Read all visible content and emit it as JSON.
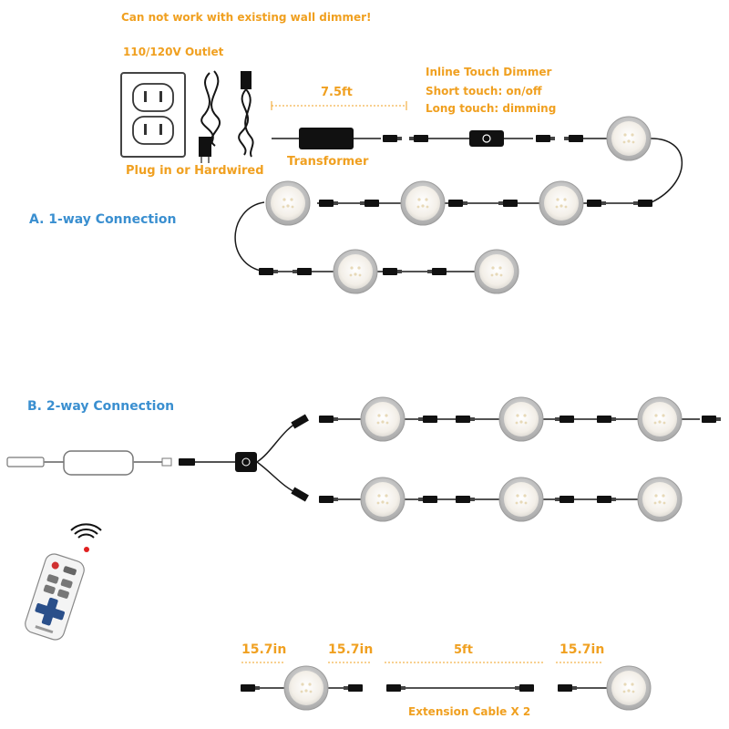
{
  "notes": {
    "dimmer_warning": "Can not work with existing wall dimmer!",
    "outlet": "110/120V Outlet",
    "plug_or_hardwire": "Plug in or Hardwired",
    "transformer": "Transformer",
    "cable_length_main": "7.5ft",
    "inline_dimmer_title": "Inline Touch Dimmer",
    "short_touch": "Short touch: on/off",
    "long_touch": "Long touch: dimming"
  },
  "section_a": {
    "title": "A. 1-way Connection"
  },
  "section_b": {
    "title": "B. 2-way Connection"
  },
  "accessories": {
    "lengths": [
      "15.7in",
      "15.7in",
      "5ft",
      "15.7in"
    ],
    "extension_cable": "Extension Cable X 2"
  },
  "colors": {
    "orange": "#f0a020",
    "blue": "#3a8fd0",
    "cable": "#1a1a1a",
    "light_rim": "#c8c8c8",
    "light_face": "#f6f3ee"
  }
}
